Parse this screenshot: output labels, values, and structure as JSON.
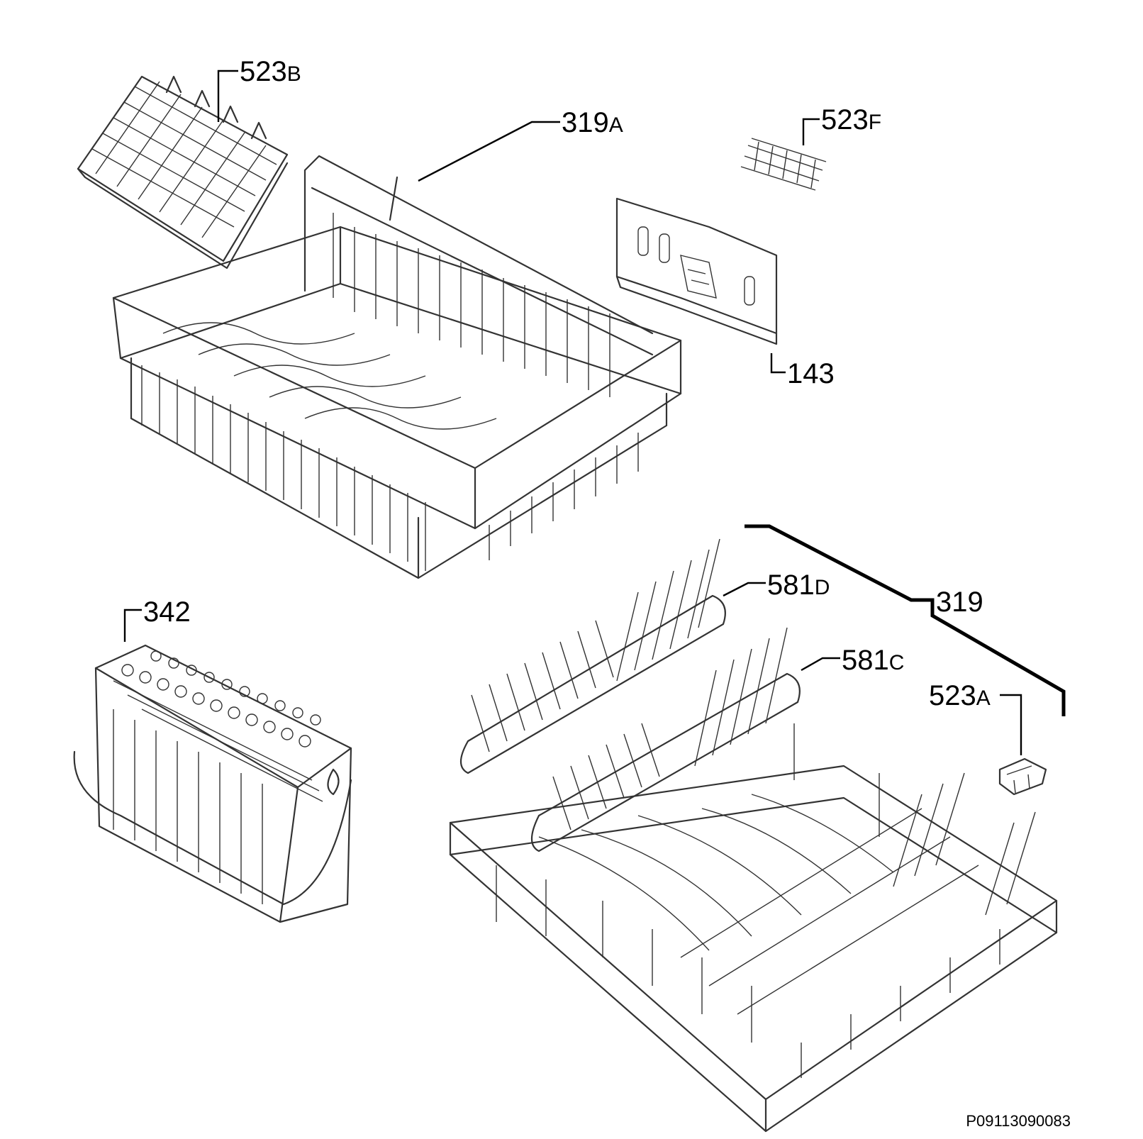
{
  "labels": {
    "p523b": {
      "num": "523",
      "suffix": "B"
    },
    "p319a": {
      "num": "319",
      "suffix": "A"
    },
    "p523f": {
      "num": "523",
      "suffix": "F"
    },
    "p143": {
      "num": "143",
      "suffix": ""
    },
    "p342": {
      "num": "342",
      "suffix": ""
    },
    "p581d": {
      "num": "581",
      "suffix": "D"
    },
    "p319": {
      "num": "319",
      "suffix": ""
    },
    "p581c": {
      "num": "581",
      "suffix": "C"
    },
    "p523a": {
      "num": "523",
      "suffix": "A"
    }
  },
  "reference_code": "P09113090083",
  "colors": {
    "line": "#333333",
    "leader": "#000000",
    "background": "#ffffff"
  }
}
